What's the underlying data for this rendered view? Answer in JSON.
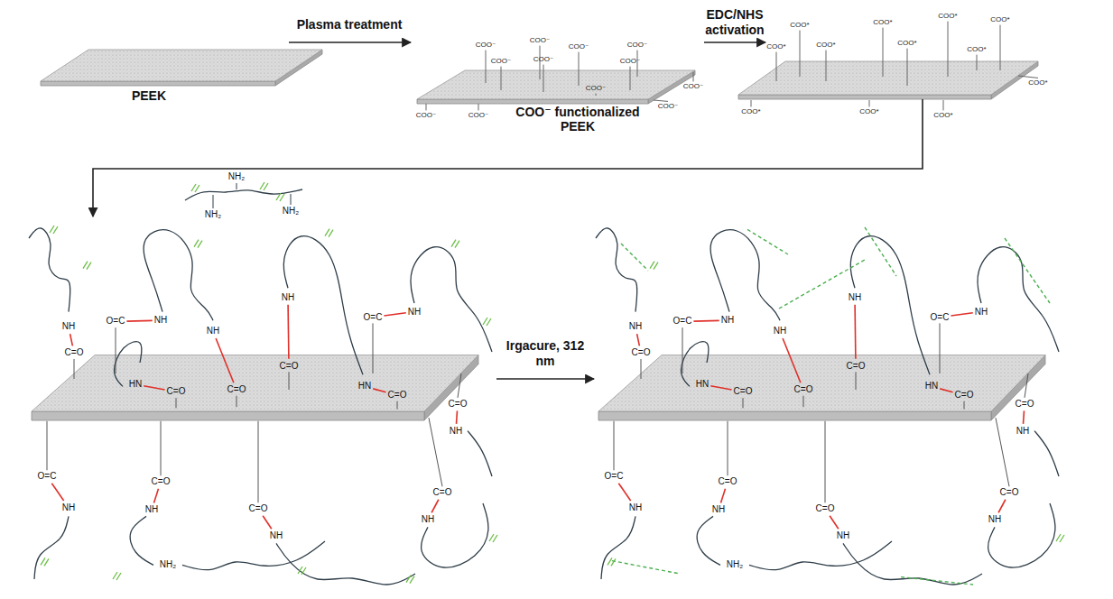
{
  "diagram": {
    "nodes": [
      {
        "text": [
          "PEEK"
        ]
      },
      {
        "text": [
          "COO⁻ functionalized PEEK",
          "COO⁻",
          "COO⁻",
          "COO⁻",
          "COO⁻",
          "COO⁻",
          "COO⁻",
          "COO⁻",
          "COO⁻",
          "COO⁻",
          "COO⁻",
          "COO⁻",
          "COO⁻"
        ]
      },
      {
        "text": [
          "COO*",
          "COO*",
          "COO*",
          "COO*",
          "COO*",
          "COO*",
          "COO*",
          "COO*",
          "COO*",
          "COO*",
          "COO*",
          "COO*"
        ]
      },
      {
        "text": [
          "NH",
          "C=O",
          "O=C",
          "NH",
          "NH",
          "C=O",
          "NH",
          "C=O",
          "O=C",
          "NH",
          "HN",
          "C=O",
          "HN",
          "C=O",
          "C=O",
          "NH",
          "O=C",
          "NH",
          "C=O",
          "NH",
          "C=O",
          "NH",
          "C=O",
          "NH",
          "NH₂"
        ]
      },
      {
        "text": [
          "NH",
          "C=O",
          "O=C",
          "NH",
          "NH",
          "C=O",
          "NH",
          "C=O",
          "O=C",
          "NH",
          "HN",
          "C=O",
          "HN",
          "C=O",
          "C=O",
          "NH",
          "O=C",
          "NH",
          "C=O",
          "NH",
          "C=O",
          "NH",
          "C=O",
          "NH",
          "NH₂"
        ]
      }
    ],
    "edges": [
      {
        "from": 0,
        "to": 1,
        "arrow": "to",
        "label": "Plasma treatment"
      },
      {
        "from": 1,
        "to": 2,
        "arrow": "to",
        "label": "EDC/NHS activation"
      },
      {
        "from": 2,
        "to": 3,
        "arrow": "to"
      },
      {
        "from": 3,
        "to": 4,
        "arrow": "to",
        "label": "Irgacure, 312 nm"
      }
    ],
    "labels": [
      "NH₂",
      "NH₂",
      "NH₂"
    ]
  }
}
